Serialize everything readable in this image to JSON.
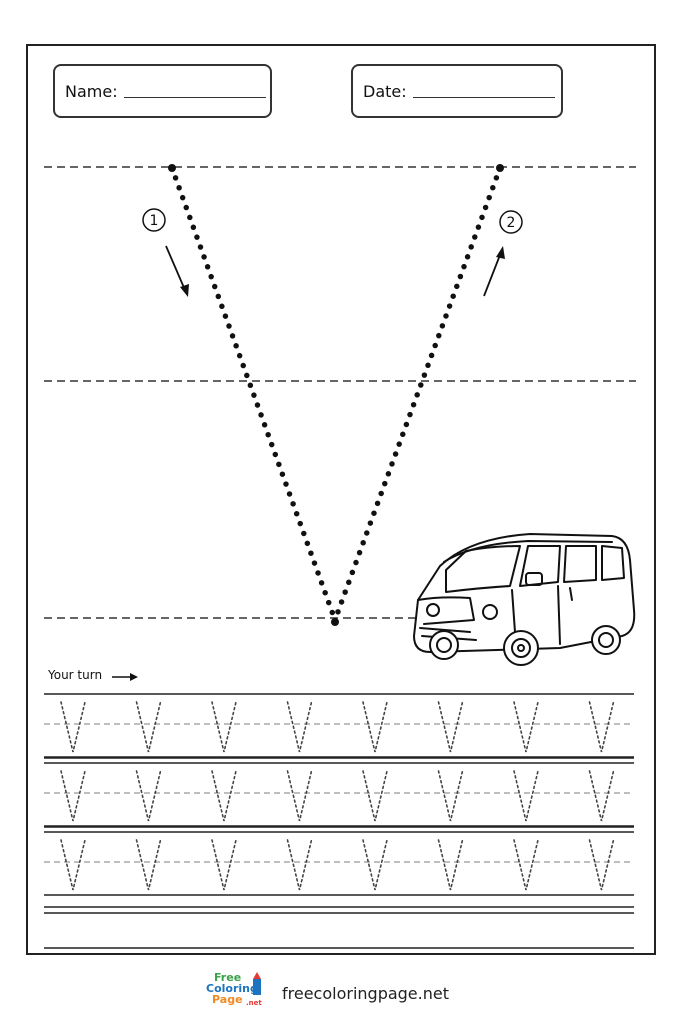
{
  "header": {
    "name_label": "Name:",
    "date_label": "Date:"
  },
  "guide": {
    "step1": "1",
    "step2": "2",
    "letter": "V"
  },
  "practice": {
    "label": "Your turn",
    "rows": 3,
    "letters_per_row": 8,
    "letter": "V"
  },
  "footer": {
    "site": "freecoloringpage.net",
    "logo_word_1": "Free",
    "logo_word_2": "Coloring",
    "logo_word_3": "Page",
    "logo_suffix": ".net"
  },
  "colors": {
    "ink": "#111111",
    "guide_dash": "#333333",
    "trace_dash": "#999999",
    "logo_blue": "#1e73be",
    "logo_green": "#3aa34a",
    "logo_orange": "#f08a24",
    "logo_red": "#e53935"
  }
}
